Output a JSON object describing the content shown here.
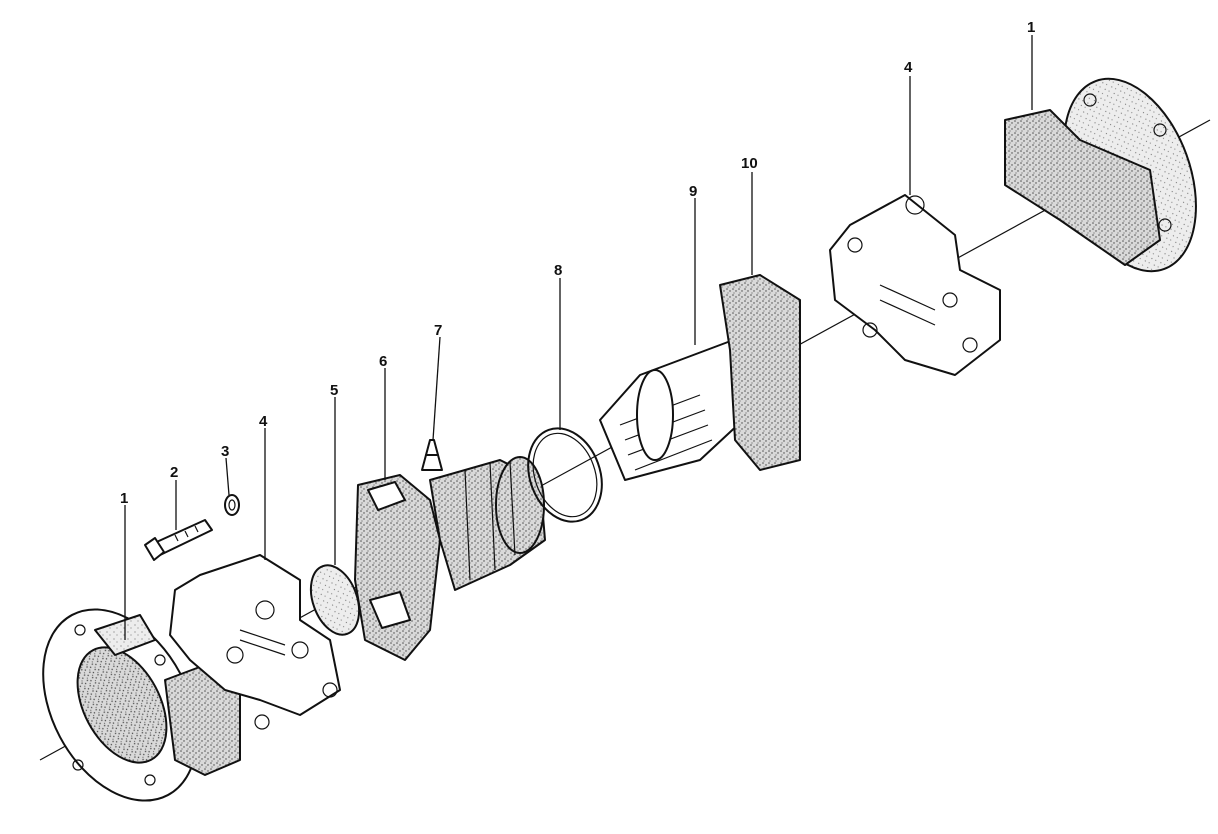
{
  "diagram": {
    "callouts": [
      "1",
      "2",
      "3",
      "4",
      "5",
      "6",
      "7",
      "8",
      "9",
      "10",
      "4",
      "1"
    ],
    "colors": {
      "ink": "#111111",
      "paper": "#ffffff",
      "stipple": "#8a8a8a",
      "stipple_dark": "#555555"
    }
  }
}
